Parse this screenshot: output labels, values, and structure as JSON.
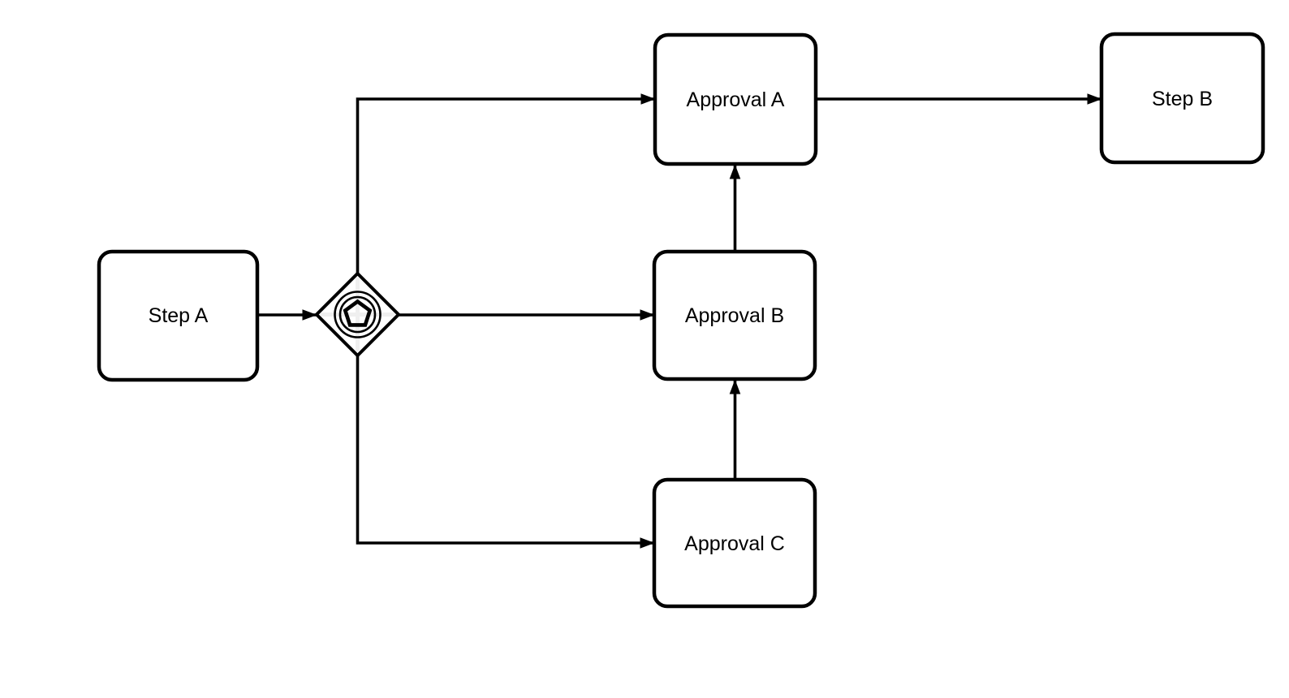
{
  "canvas": {
    "background": "#ffffff",
    "stroke_color": "#000000",
    "node_fill": "#ffffff",
    "text_color": "#000000"
  },
  "diagram": {
    "type": "flowchart",
    "nodes": [
      {
        "id": "step-a",
        "label": "Step A",
        "shape": "rounded-rectangle",
        "type": "task"
      },
      {
        "id": "gateway",
        "label": "",
        "shape": "diamond",
        "type": "parallel-event-based-gateway"
      },
      {
        "id": "approval-a",
        "label": "Approval A",
        "shape": "rounded-rectangle",
        "type": "task"
      },
      {
        "id": "approval-b",
        "label": "Approval B",
        "shape": "rounded-rectangle",
        "type": "task"
      },
      {
        "id": "approval-c",
        "label": "Approval C",
        "shape": "rounded-rectangle",
        "type": "task"
      },
      {
        "id": "step-b",
        "label": "Step B",
        "shape": "rounded-rectangle",
        "type": "task"
      }
    ],
    "edges": [
      {
        "from": "step-a",
        "to": "gateway",
        "style": "arrow"
      },
      {
        "from": "gateway",
        "to": "approval-a",
        "style": "arrow-elbow"
      },
      {
        "from": "gateway",
        "to": "approval-b",
        "style": "arrow"
      },
      {
        "from": "gateway",
        "to": "approval-c",
        "style": "arrow-elbow"
      },
      {
        "from": "approval-b",
        "to": "approval-a",
        "style": "arrow"
      },
      {
        "from": "approval-c",
        "to": "approval-b",
        "style": "arrow"
      },
      {
        "from": "approval-a",
        "to": "step-b",
        "style": "arrow"
      }
    ]
  }
}
